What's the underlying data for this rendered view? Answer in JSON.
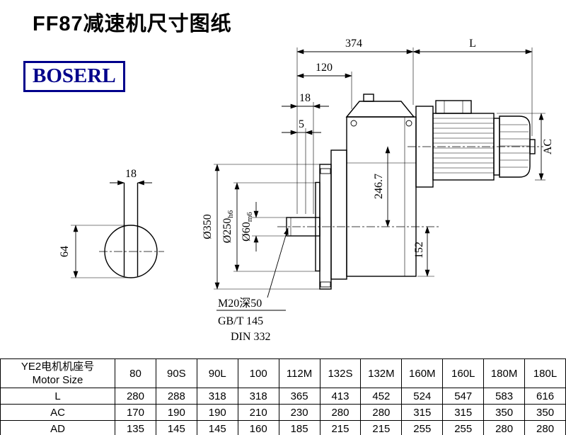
{
  "title": "FF87减速机尺寸图纸",
  "brand": "BOSERL",
  "end_view": {
    "key_width": "18",
    "diameter": "64"
  },
  "main_view": {
    "overall": "374",
    "motor_len": "L",
    "dim_120": "120",
    "dim_18": "18",
    "dim_5": "5",
    "motor_ac": "AC",
    "center_height": "246.7",
    "below_center": "152",
    "flange_od": "Ø350",
    "spigot_d": "Ø250",
    "spigot_tol": "h6",
    "shaft_d": "Ø60",
    "shaft_tol": "m6",
    "note_tap": "M20深50",
    "note_std1": "GB/T 145",
    "note_std2": "DIN 332"
  },
  "table": {
    "header": {
      "cn": "YE2电机机座号",
      "en": "Motor Size"
    },
    "columns": [
      "80",
      "90S",
      "90L",
      "100",
      "112M",
      "132S",
      "132M",
      "160M",
      "160L",
      "180M",
      "180L"
    ],
    "rows": [
      {
        "label": "L",
        "values": [
          "280",
          "288",
          "318",
          "318",
          "365",
          "413",
          "452",
          "524",
          "547",
          "583",
          "616"
        ]
      },
      {
        "label": "AC",
        "values": [
          "170",
          "190",
          "190",
          "210",
          "230",
          "280",
          "280",
          "315",
          "315",
          "350",
          "350"
        ]
      },
      {
        "label": "AD",
        "values": [
          "135",
          "145",
          "145",
          "160",
          "185",
          "215",
          "215",
          "255",
          "255",
          "280",
          "280"
        ]
      }
    ]
  }
}
